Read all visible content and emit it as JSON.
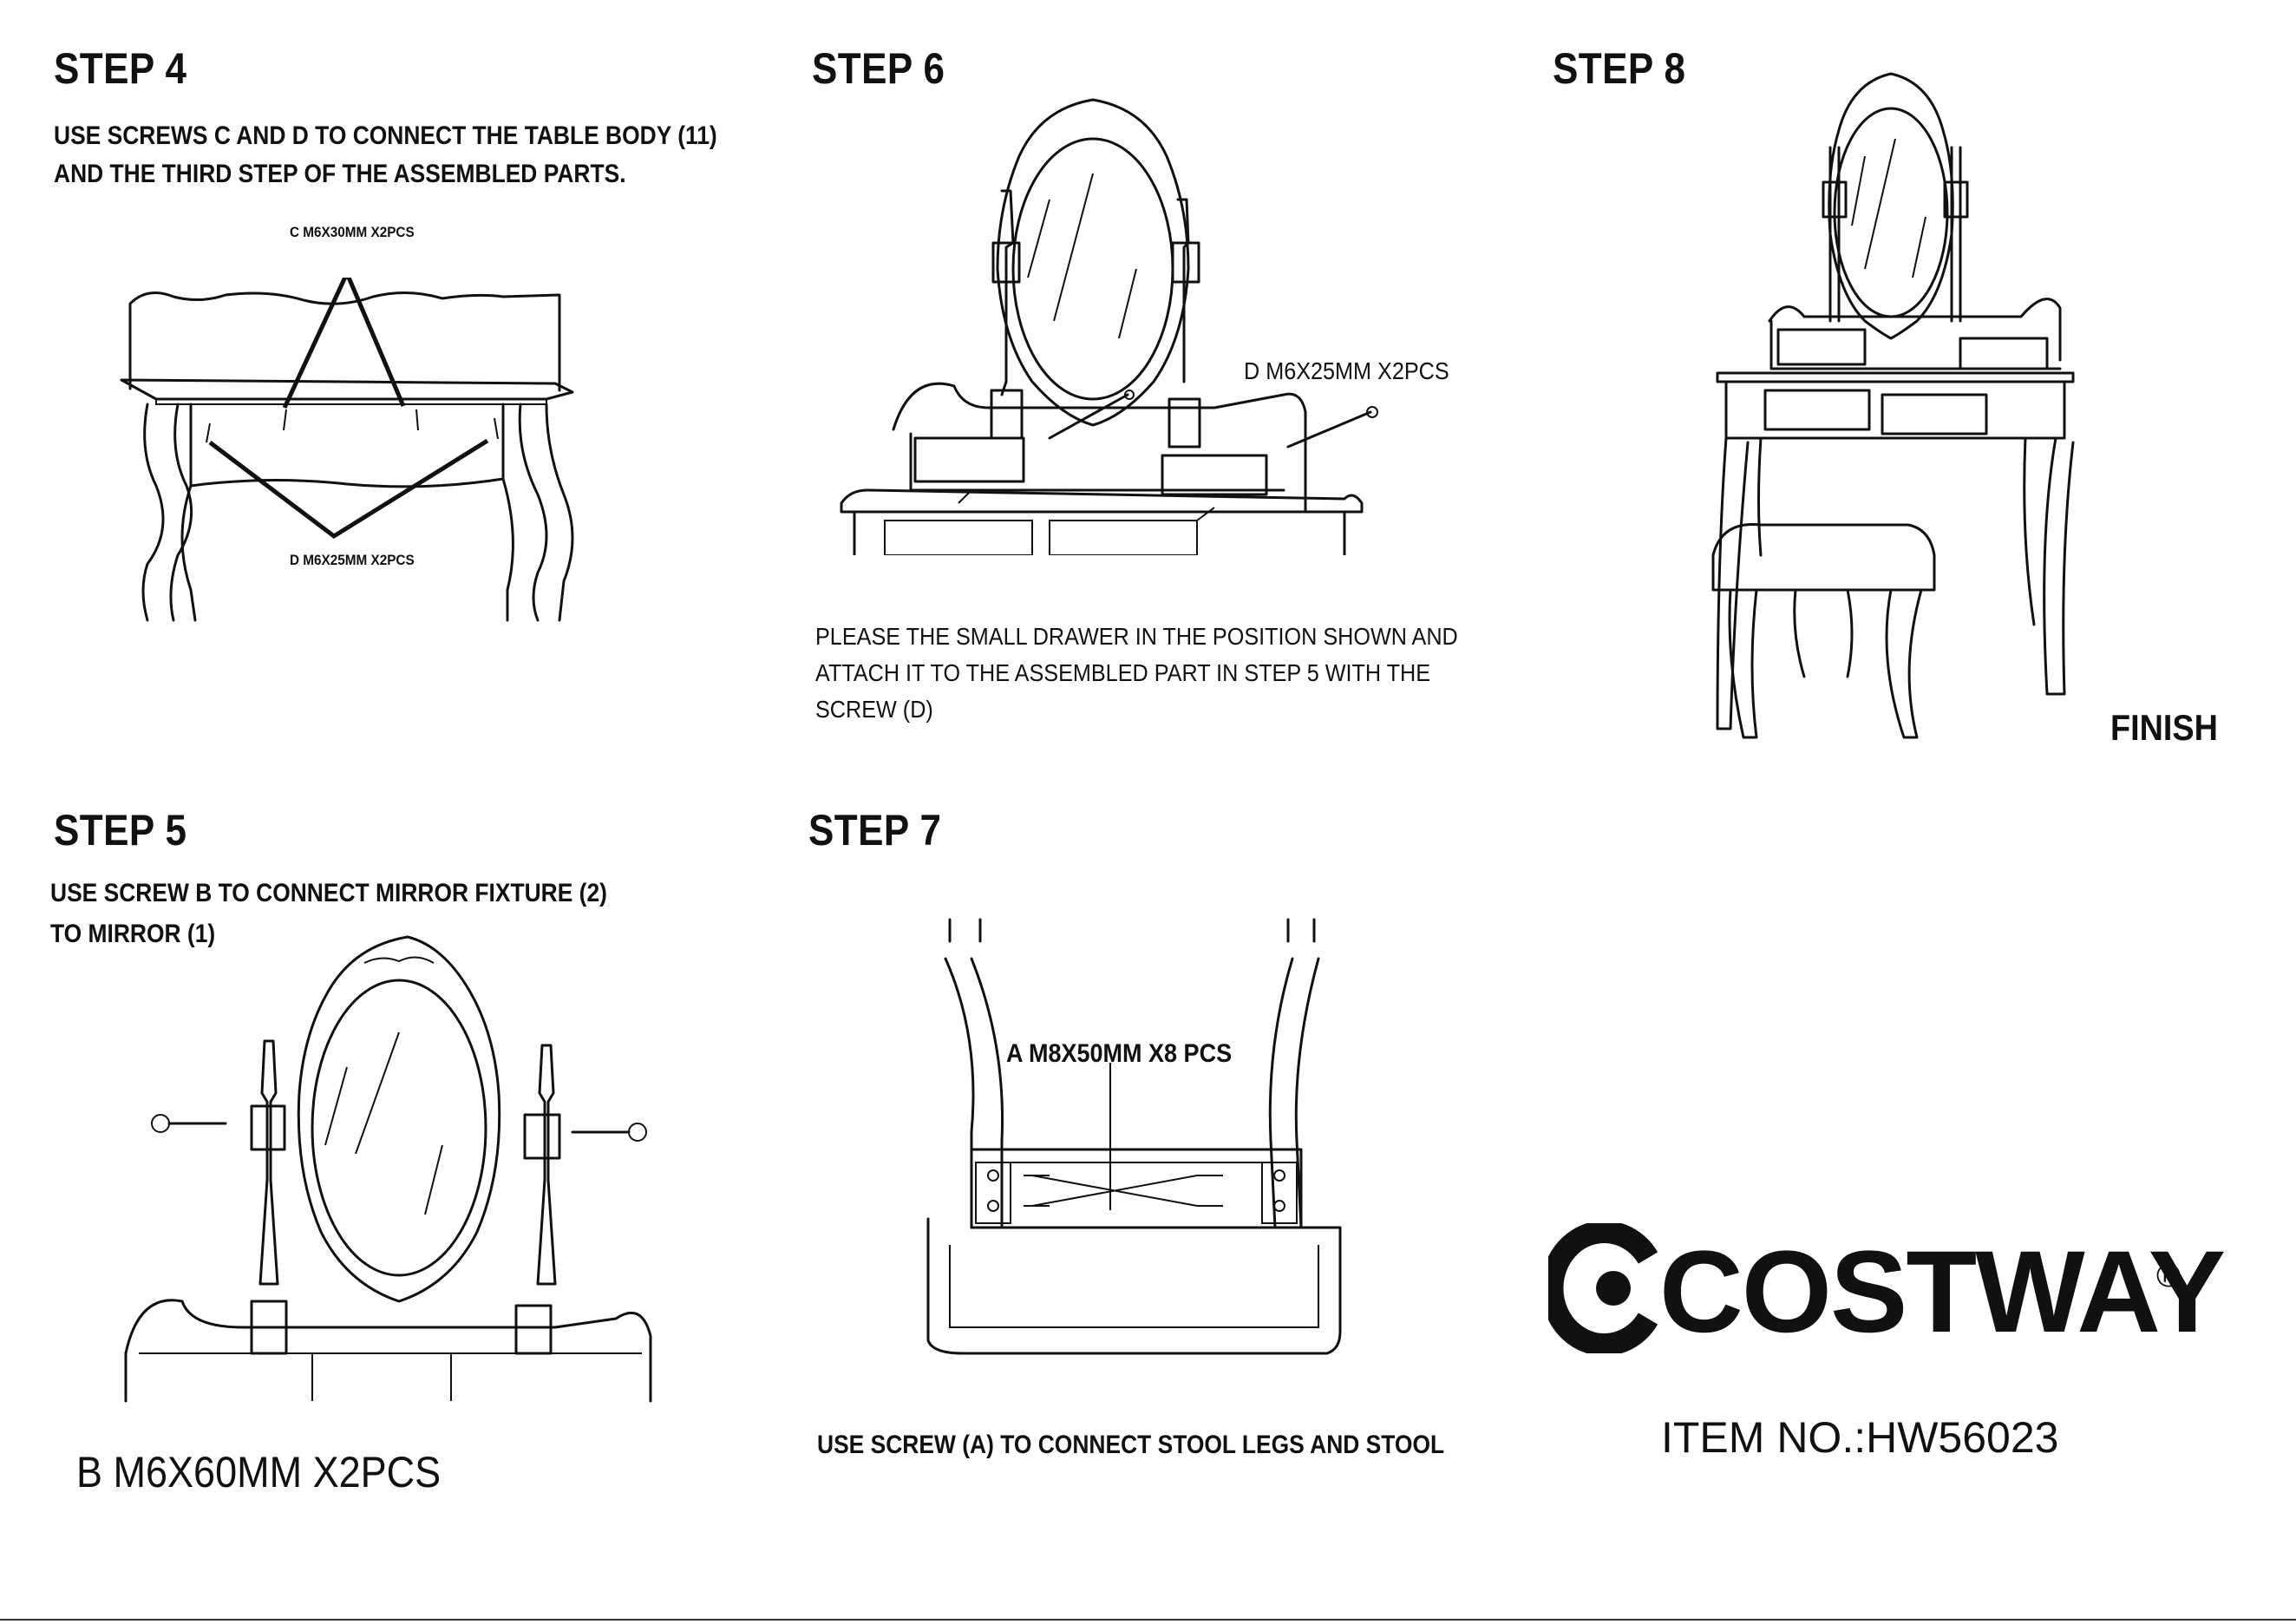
{
  "steps": {
    "step4": {
      "title": "STEP 4",
      "text_line1": "USE SCREWS C AND D TO CONNECT THE TABLE BODY (11)",
      "text_line2": "AND THE THIRD STEP OF THE ASSEMBLED PARTS.",
      "label_c": "C M6X30MM  X2PCS",
      "label_d": "D M6X25MM X2PCS"
    },
    "step5": {
      "title": "STEP 5",
      "text_line1": "USE SCREW B TO CONNECT MIRROR FIXTURE (2)",
      "text_line2": " TO MIRROR (1)",
      "label_b": "B M6X60MM X2PCS"
    },
    "step6": {
      "title": "STEP 6",
      "label_d": "D M6X25MM X2PCS",
      "text_line1": "PLEASE THE SMALL DRAWER IN THE POSITION SHOWN AND",
      "text_line2": "ATTACH IT TO THE ASSEMBLED PART IN STEP 5 WITH THE",
      "text_line3": " SCREW (D)"
    },
    "step7": {
      "title": "STEP 7",
      "label_a": "A M8X50MM X8 PCS",
      "text": "USE SCREW (A) TO CONNECT STOOL LEGS AND STOOL"
    },
    "step8": {
      "title": "STEP 8",
      "finish": "FINISH"
    }
  },
  "brand": {
    "logo_text": "COSTWAY",
    "registered": "®",
    "item_no": "ITEM NO.:HW56023"
  }
}
